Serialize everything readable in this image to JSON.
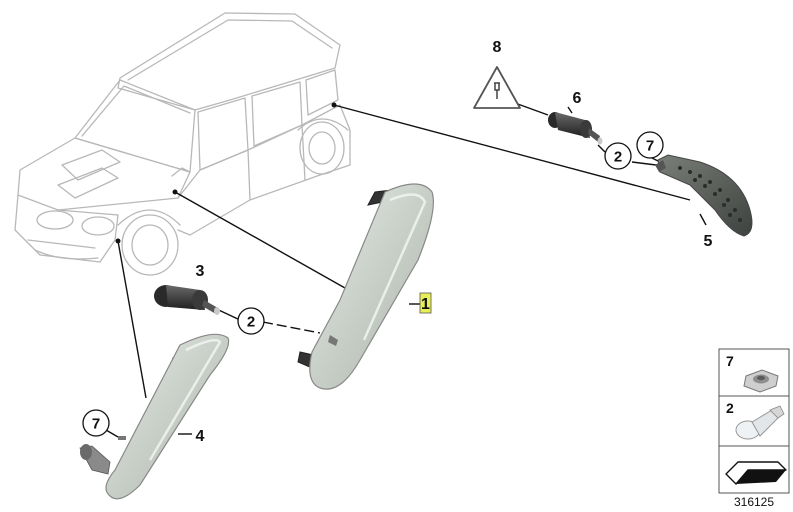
{
  "diagram": {
    "callouts": {
      "c1": "1",
      "c2a": "2",
      "c2b": "2",
      "c3": "3",
      "c4": "4",
      "c5": "5",
      "c6": "6",
      "c7a": "7",
      "c7b": "7",
      "c8": "8"
    },
    "legend": {
      "item7": "7",
      "item2": "2"
    },
    "diagram_id": "316125",
    "colors": {
      "highlight": "#e8ee55",
      "outline": "#b8b8b8",
      "line": "#111111"
    }
  }
}
